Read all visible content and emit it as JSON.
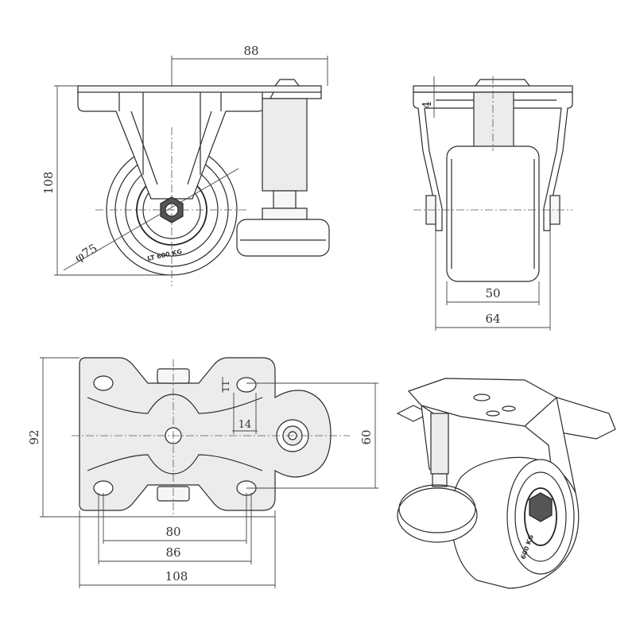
{
  "dimensions": {
    "side_width": "88",
    "side_height": "108",
    "wheel_diameter": "φ75",
    "front_small": "4",
    "wheel_width": "50",
    "total_width": "64",
    "plate_height": "92",
    "hole_spacing_y": "60",
    "slot_width": "14",
    "slot_length": "11",
    "hole_spacing_80": "80",
    "hole_spacing_86": "86",
    "plate_length": "108"
  },
  "wheel_marking": "LT 600 KG",
  "iso_marking": "600 KG"
}
